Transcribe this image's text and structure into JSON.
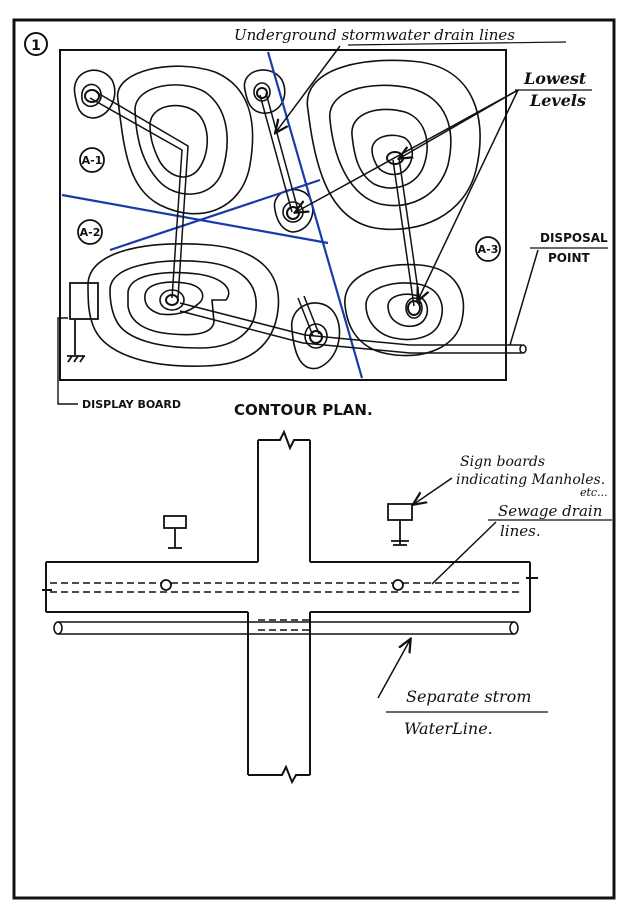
{
  "sheet": {
    "number": "1"
  },
  "contour_plan": {
    "caption": "CONTOUR PLAN.",
    "zones": [
      "A-1",
      "A-2",
      "A-3"
    ],
    "labels": {
      "drain_lines": "Underground stormwater drain lines",
      "lowest_levels_line1": "Lowest",
      "lowest_levels_line2": "Levels",
      "disposal_line1": "DISPOSAL",
      "disposal_line2": "POINT",
      "display_board": "DISPLAY BOARD"
    }
  },
  "road_plan": {
    "labels": {
      "signboards_line1": "Sign boards",
      "signboards_line2": "indicating Manholes.",
      "signboards_line3": "etc...",
      "sewage_line1": "Sewage drain",
      "sewage_line2": "lines.",
      "storm_line1": "Separate strom",
      "storm_line2": "WaterLine."
    }
  },
  "colors": {
    "ink": "#111111",
    "boundary_blue": "#1a3aa8",
    "paper": "#ffffff"
  }
}
